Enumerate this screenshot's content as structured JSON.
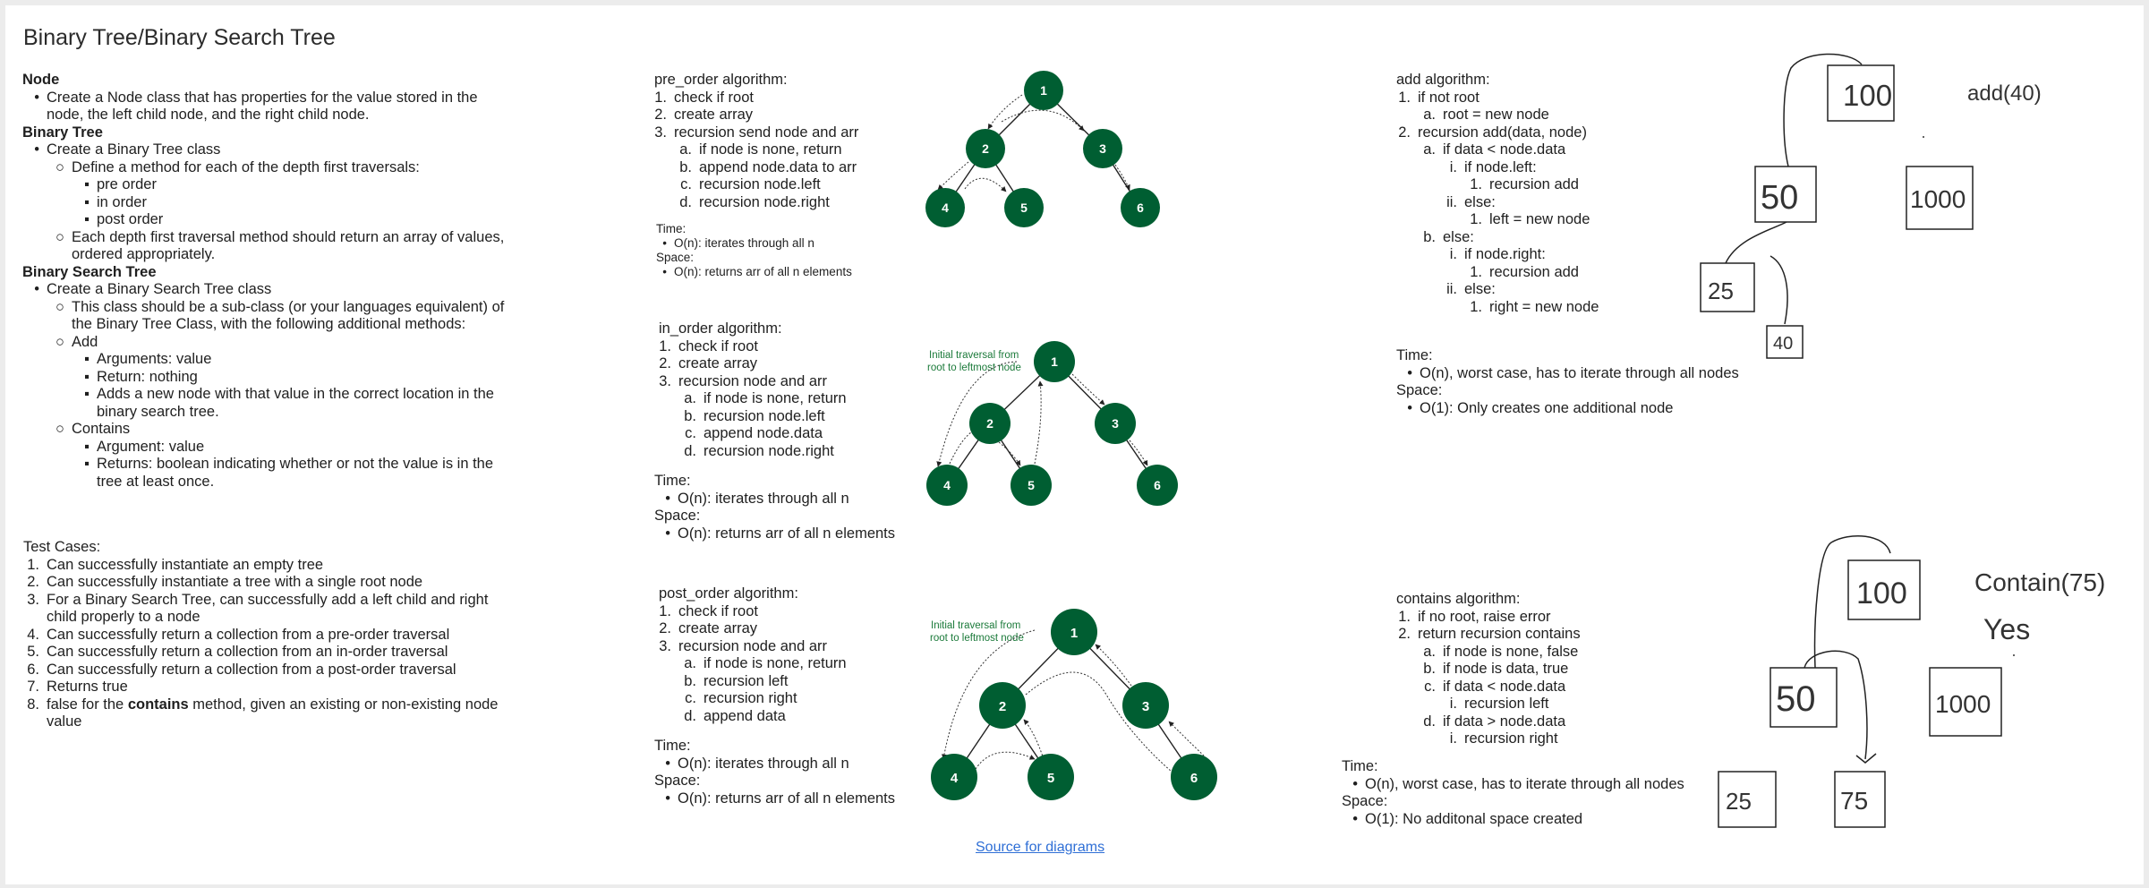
{
  "page": {
    "title": "Binary Tree/Binary Search Tree",
    "source_link": "Source for diagrams",
    "colors": {
      "node_fill": "#005e32",
      "node_text": "#ffffff",
      "annotation": "#1b7a3a",
      "link": "#2f6fd6",
      "background": "#ffffff"
    }
  },
  "spec": {
    "node_heading": "Node",
    "node_item": "Create a Node class that has properties for the value stored in the",
    "node_item_cont": "node, the left child node, and the right child node.",
    "bt_heading": "Binary Tree",
    "bt_item": "Create a Binary Tree class",
    "bt_sub1": "Define a method for each of the depth first traversals:",
    "bt_sub1_items": [
      "pre order",
      "in order",
      "post order"
    ],
    "bt_sub2": "Each depth first traversal method should return an array of values,",
    "bt_sub2_cont": "ordered appropriately.",
    "bst_heading": "Binary Search Tree",
    "bst_item": "Create a Binary Search Tree class",
    "bst_sub1": "This class should be a sub-class (or your languages equivalent) of",
    "bst_sub1_cont": "the Binary Tree Class, with the following additional methods:",
    "add_label": "Add",
    "add_args": "Arguments: value",
    "add_return": "Return: nothing",
    "add_desc": "Adds a new node with that value in the correct location in the",
    "add_desc_cont": "binary search tree.",
    "contains_label": "Contains",
    "contains_arg": "Argument: value",
    "contains_returns": "Returns: boolean indicating whether or not the value is in the",
    "contains_returns_cont": "tree at least once."
  },
  "tests": {
    "heading": "Test Cases:",
    "items": [
      "Can successfully instantiate an empty tree",
      "Can successfully instantiate a tree with a single root node",
      "For a Binary Search Tree, can successfully add a left child and right",
      "child properly to a node",
      "Can successfully return a collection from a pre-order traversal",
      "Can successfully return a collection from an in-order traversal",
      "Can successfully return a collection from a post-order traversal",
      "Returns true",
      "false for the ",
      "contains",
      " method, given an existing or non-existing node",
      "value"
    ]
  },
  "pre_order": {
    "heading": "pre_order algorithm:",
    "steps": [
      "check if root",
      "create array",
      "recursion send node and arr"
    ],
    "substeps": [
      "if node is none, return",
      "append node.data to arr",
      "recursion node.left",
      "recursion node.right"
    ],
    "time_label": "Time:",
    "time": "O(n): iterates through all n",
    "space_label": "Space:",
    "space": "O(n): returns arr of all n elements"
  },
  "in_order": {
    "heading": "in_order algorithm:",
    "steps": [
      "check if root",
      "create array",
      "recursion node and arr"
    ],
    "substeps": [
      "if node is none, return",
      "recursion node.left",
      "append node.data",
      "recursion node.right"
    ],
    "time_label": "Time:",
    "time": "O(n): iterates through all n",
    "space_label": "Space:",
    "space": "O(n): returns arr of all n elements",
    "annotation_1": "Initial traversal from",
    "annotation_2": "root to leftmost node"
  },
  "post_order": {
    "heading": "post_order algorithm:",
    "steps": [
      "check if root",
      "create array",
      "recursion node and arr"
    ],
    "substeps": [
      "if node is none, return",
      "recursion left",
      "recursion right",
      "append data"
    ],
    "time_label": "Time:",
    "time": "O(n): iterates through all n",
    "space_label": "Space:",
    "space": "O(n): returns arr of all n elements",
    "annotation_1": "Initial traversal from",
    "annotation_2": "root to leftmost node"
  },
  "tree_nodes": [
    "1",
    "2",
    "3",
    "4",
    "5",
    "6"
  ],
  "add_algo": {
    "heading": "add algorithm:",
    "s1": "if not root",
    "s1a": "root = new node",
    "s2": "recursion add(data, node)",
    "s2a": "if data < node.data",
    "s2a_i": "if node.left:",
    "s2a_i_1": "recursion add",
    "s2a_ii": "else:",
    "s2a_ii_1": "left = new node",
    "s2b": "else:",
    "s2b_i": "if node.right:",
    "s2b_i_1": "recursion add",
    "s2b_ii": "else:",
    "s2b_ii_1": "right = new node",
    "time_label": "Time:",
    "time": "O(n), worst case, has to iterate through all nodes",
    "space_label": "Space:",
    "space": "O(1): Only creates one additional node"
  },
  "contains_algo": {
    "heading": "contains algorithm:",
    "s1": "if no root, raise error",
    "s2": "return recursion contains",
    "s2a": "if node is none, false",
    "s2b": "if node is data, true",
    "s2c": "if data < node.data",
    "s2c_i": "recursion left",
    "s2d": "if data > node.data",
    "s2d_i": "recursion right",
    "time_label": "Time:",
    "time": "O(n), worst case, has to iterate through all nodes",
    "space_label": "Space:",
    "space": "O(1): No additonal space created"
  },
  "sketch_add": {
    "label": "add(40)",
    "boxes": [
      "100",
      "50",
      "1000",
      "25",
      "40"
    ]
  },
  "sketch_contains": {
    "label": "Contain(75)",
    "answer": "Yes",
    "boxes": [
      "100",
      "50",
      "1000",
      "25",
      "75"
    ]
  }
}
